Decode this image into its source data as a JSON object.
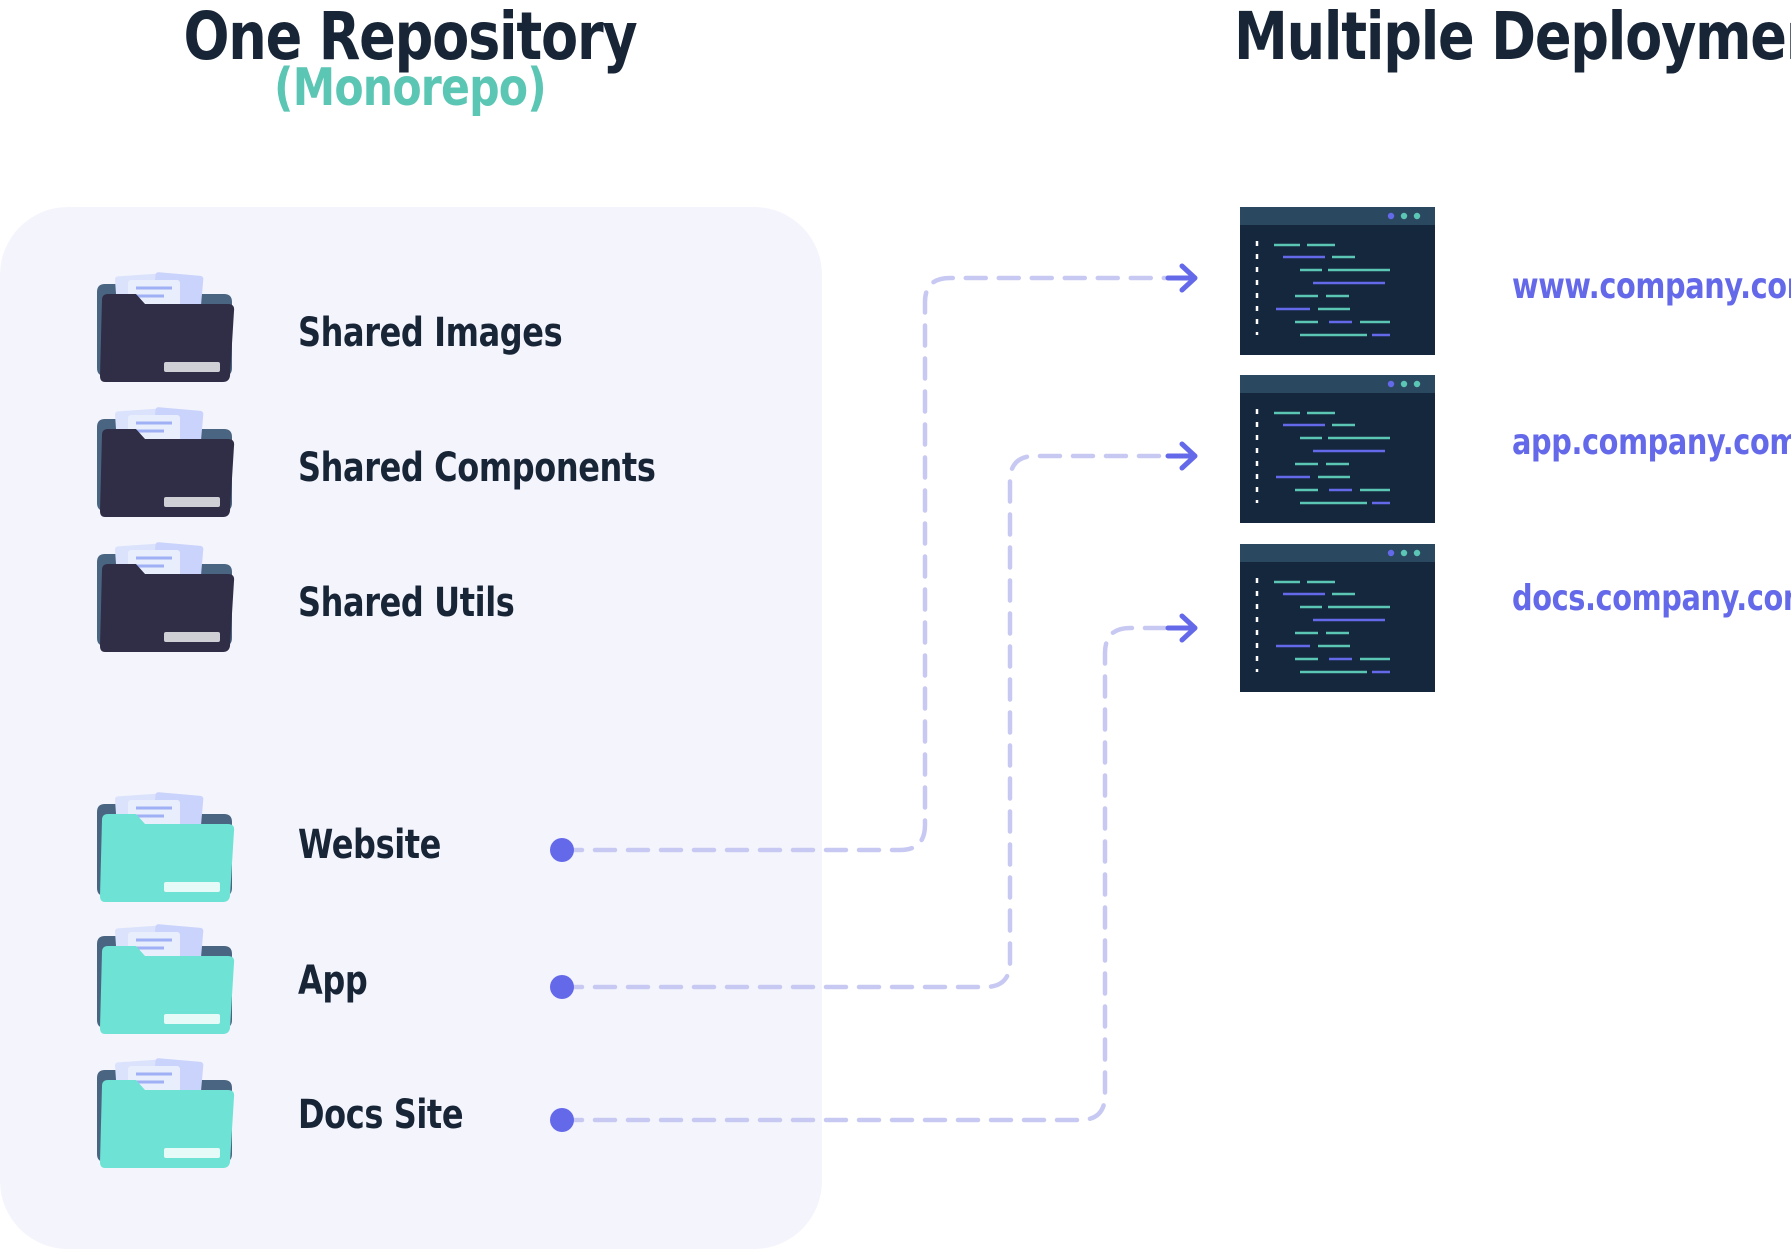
{
  "colors": {
    "heading": "#172537",
    "accent_teal": "#5cc6b4",
    "accent_blue": "#6469ea",
    "panel_bg": "#f4f4fc",
    "dark_folder": "#302d46",
    "teal_folder": "#6ee2d4",
    "connector": "#c8c9f3",
    "terminal_bg": "#15273d"
  },
  "left_column": {
    "title": "One Repository",
    "subtitle": "(Monorepo)",
    "shared_items": [
      {
        "label": "Shared Images",
        "icon": "folder-dark-icon"
      },
      {
        "label": "Shared Components",
        "icon": "folder-dark-icon"
      },
      {
        "label": "Shared Utils",
        "icon": "folder-dark-icon"
      }
    ],
    "apps": [
      {
        "label": "Website",
        "icon": "folder-teal-icon"
      },
      {
        "label": "App",
        "icon": "folder-teal-icon"
      },
      {
        "label": "Docs Site",
        "icon": "folder-teal-icon"
      }
    ]
  },
  "right_column": {
    "title": "Multiple Deployments",
    "deployments": [
      {
        "domain": "www.company.com",
        "icon": "code-window-icon"
      },
      {
        "domain": "app.company.com",
        "icon": "code-window-icon"
      },
      {
        "domain": "docs.company.com",
        "icon": "code-window-icon"
      }
    ]
  },
  "connections": [
    {
      "from": "Website",
      "to": "www.company.com"
    },
    {
      "from": "App",
      "to": "app.company.com"
    },
    {
      "from": "Docs Site",
      "to": "docs.company.com"
    }
  ]
}
